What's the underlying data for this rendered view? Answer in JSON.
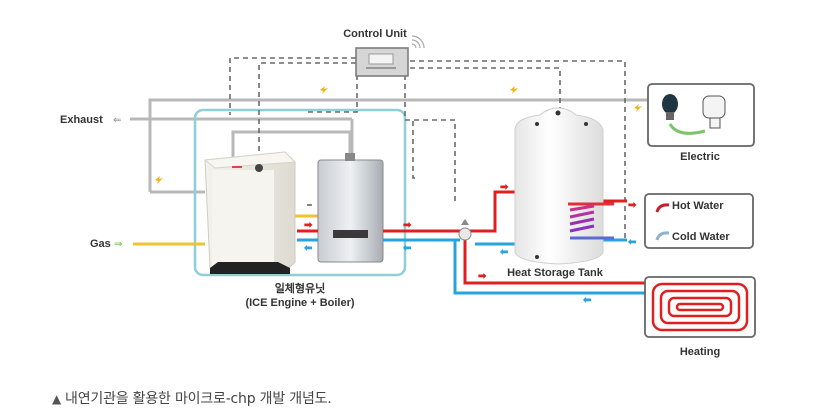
{
  "diagram": {
    "labels": {
      "control_unit": "Control Unit",
      "exhaust": "Exhaust",
      "gas": "Gas",
      "electric": "Electric",
      "hot_water": "Hot Water",
      "cold_water": "Cold Water",
      "heat_storage_tank": "Heat Storage Tank",
      "heating": "Heating",
      "integrated_unit_kr": "일체형유닛",
      "integrated_unit_en": "(ICE Engine + Boiler)"
    },
    "arrows": {
      "exhaust": "⇐",
      "gas": "⇒"
    },
    "icons": [
      "lightning-icon",
      "light-bulb-icon",
      "cfl-bulb-icon",
      "wifi-icon",
      "hot-water-faucet-icon",
      "cold-water-faucet-icon",
      "floor-heating-coil-icon",
      "valve-icon"
    ],
    "colors": {
      "hot_pipe": "#e02020",
      "cold_pipe": "#29a3df",
      "gas_pipe": "#f2c230",
      "exhaust_pipe": "#b5b5b5",
      "unit_frame": "#8fd0d8",
      "control_line": "#666666",
      "bolt": "#f5b21b"
    }
  },
  "caption": {
    "marker": "▲",
    "text": "내연기관을 활용한 마이크로-chp 개발 개념도."
  }
}
